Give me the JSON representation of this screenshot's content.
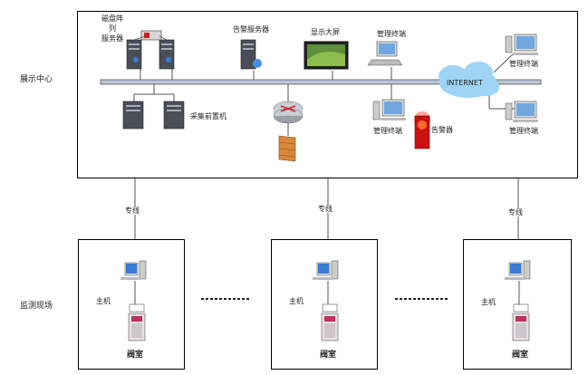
{
  "zones": {
    "center": "展示中心",
    "field": "监测现场"
  },
  "center": {
    "disk_array_lines": [
      "磁盘阵",
      "列",
      "服务器"
    ],
    "alarm_server": "告警服务器",
    "display_screen": "显示大屏",
    "mgmt_terminal_top": "管理终端",
    "internet": "INTERNET",
    "remote_terminal_1": "管理终端",
    "remote_terminal_2": "管理终端",
    "collector": "采集前置机",
    "mgmt_terminal_local": "管理终端",
    "alarm": "告警器"
  },
  "links": [
    "专线",
    "专线",
    "专线"
  ],
  "sites": [
    {
      "host": "主机",
      "room": "阀室"
    },
    {
      "host": "主机",
      "room": "阀室"
    },
    {
      "host": "主机",
      "room": "阀室"
    }
  ]
}
